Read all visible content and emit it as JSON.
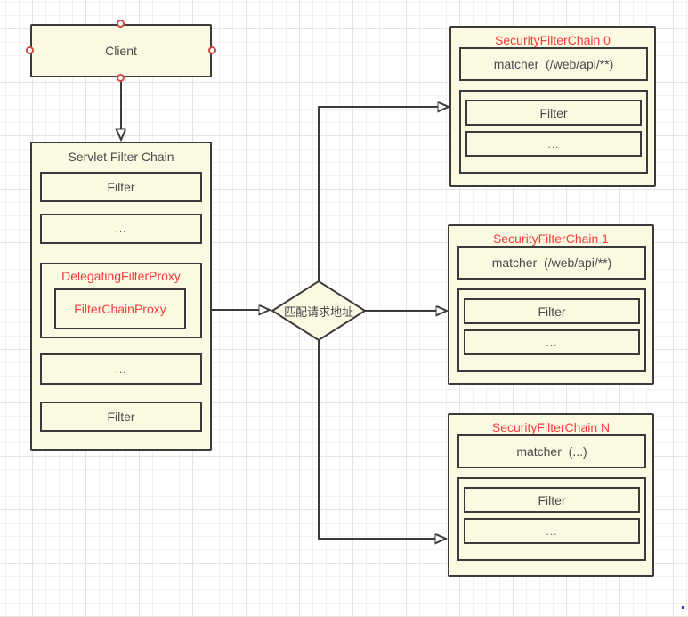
{
  "colors": {
    "shape_fill": "#fcf9e3",
    "shape_border": "#3b3b3b",
    "title_red": "#f83c3c",
    "text_gray": "#4a4a4a",
    "handle_ring": "#cf4a3f",
    "grid_minor": "#f1f1f1",
    "grid_major": "#e3e3e3"
  },
  "client": {
    "label": "Client"
  },
  "servlet_chain": {
    "title": "Servlet Filter Chain",
    "filter_top": "Filter",
    "ellipsis_top": "...",
    "delegating_filter_proxy": "DelegatingFilterProxy",
    "filter_chain_proxy": "FilterChainProxy",
    "ellipsis_bottom": "...",
    "filter_bottom": "Filter"
  },
  "decision": {
    "label": "匹配请求地址"
  },
  "security_chains": [
    {
      "title": "SecurityFilterChain 0",
      "matcher": "matcher  (/web/api/**)",
      "filter": "Filter",
      "ellipsis": "..."
    },
    {
      "title": "SecurityFilterChain 1",
      "matcher": "matcher  (/web/api/**)",
      "filter": "Filter",
      "ellipsis": "..."
    },
    {
      "title": "SecurityFilterChain N",
      "matcher": "matcher  (...)",
      "filter": "Filter",
      "ellipsis": "..."
    }
  ]
}
